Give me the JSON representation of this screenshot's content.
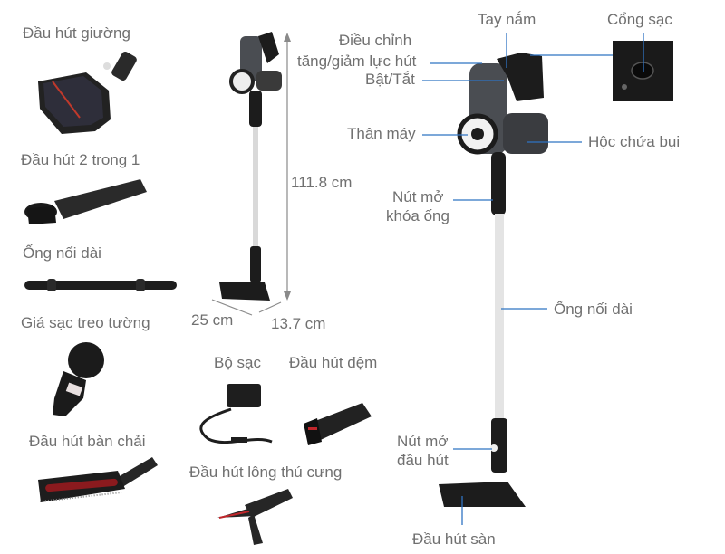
{
  "accessories": [
    {
      "label": "Đầu hút giường"
    },
    {
      "label": "Đầu hút 2 trong 1"
    },
    {
      "label": "Ống nối dài"
    },
    {
      "label": "Giá sạc treo tường"
    },
    {
      "label": "Đầu hút bàn chải"
    },
    {
      "label": "Bộ sạc"
    },
    {
      "label": "Đầu hút đệm"
    },
    {
      "label": "Đầu hút lông thú cưng"
    }
  ],
  "dimensions": {
    "height": "111.8 cm",
    "width": "25 cm",
    "depth": "13.7 cm"
  },
  "callouts": {
    "suction_adjust_line1": "Điều chỉnh",
    "suction_adjust_line2": "tăng/giảm lực hút",
    "power": "Bật/Tắt",
    "body": "Thân máy",
    "tube_release_line1": "Nút mở",
    "tube_release_line2": "khóa ống",
    "handle": "Tay nắm",
    "charging_port": "Cổng sạc",
    "dust_bin": "Hộc chứa bụi",
    "extension_tube": "Ống nối dài",
    "head_release_line1": "Nút mở",
    "head_release_line2": "đầu hút",
    "floor_head": "Đầu hút sàn"
  },
  "colors": {
    "callout_line": "#2f73c2",
    "dimension_line": "#8a8a8a",
    "label_text": "#707070",
    "product_dark": "#1e1e1e",
    "accent_red": "#c0262b"
  }
}
